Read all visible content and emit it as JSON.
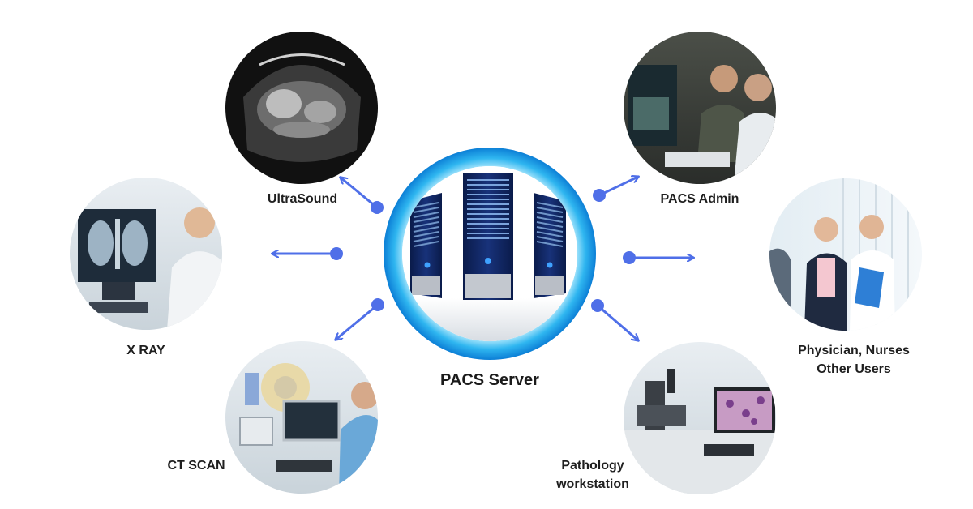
{
  "diagram": {
    "center": {
      "label": "PACS Server"
    },
    "nodes": [
      {
        "id": "ultrasound",
        "label": "UltraSound"
      },
      {
        "id": "xray",
        "label": "X RAY"
      },
      {
        "id": "ctscan",
        "label": "CT SCAN"
      },
      {
        "id": "admin",
        "label": "PACS Admin"
      },
      {
        "id": "users",
        "label_line1": "Physician, Nurses",
        "label_line2": "Other Users"
      },
      {
        "id": "pathology",
        "label_line1": "Pathology",
        "label_line2": "workstation"
      }
    ]
  },
  "colors": {
    "arrow": "#4f6fe8",
    "ring_outer": "#0f8fe0",
    "ring_inner": "#52c8f5",
    "label_text": "#1f1f1f"
  }
}
